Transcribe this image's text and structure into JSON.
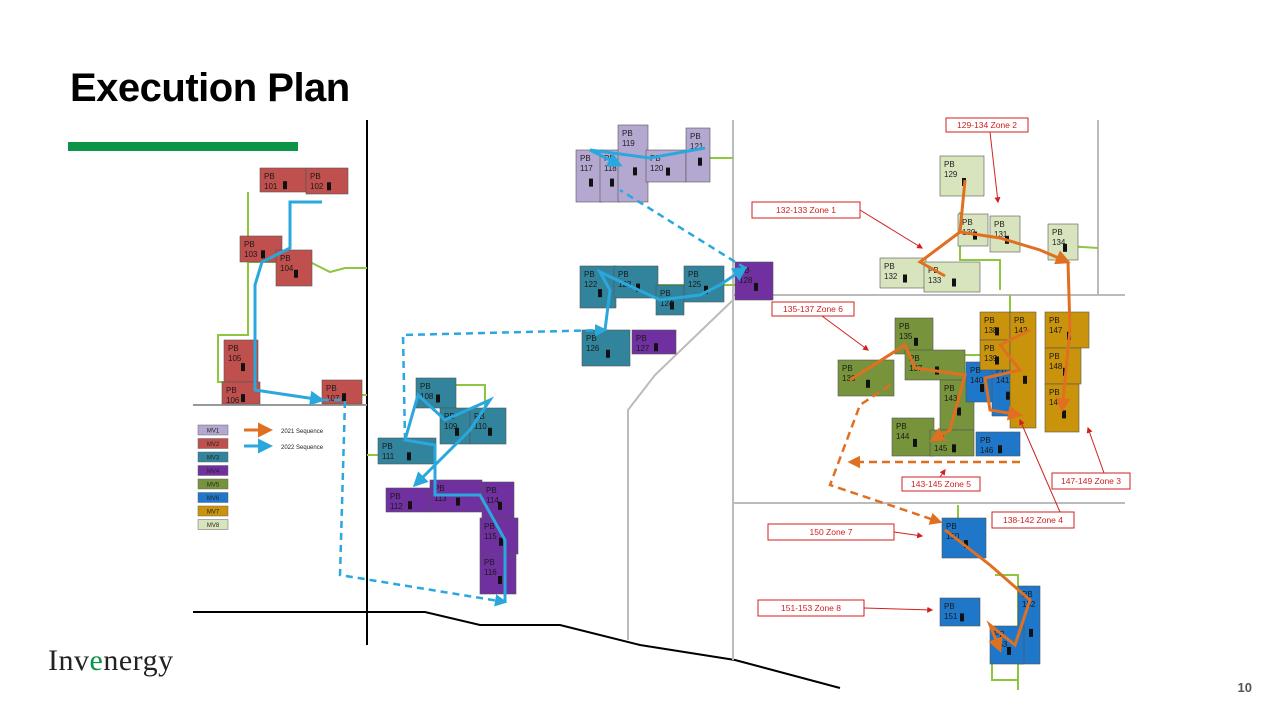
{
  "slide": {
    "title": "Execution Plan",
    "logo_pre": "Inv",
    "logo_e": "e",
    "logo_post": "nergy",
    "page_number": "10",
    "accent_color": "#0a9447"
  },
  "legend": {
    "mv_items": [
      {
        "label": "MV1",
        "color": "#b4a7d0"
      },
      {
        "label": "MV2",
        "color": "#c0504d"
      },
      {
        "label": "MV3",
        "color": "#31849b"
      },
      {
        "label": "MV4",
        "color": "#7030a0"
      },
      {
        "label": "MV5",
        "color": "#77933c"
      },
      {
        "label": "MV6",
        "color": "#1f77c9"
      },
      {
        "label": "MV7",
        "color": "#c9940c"
      },
      {
        "label": "MV8",
        "color": "#d7e4bd"
      }
    ],
    "sequences": [
      {
        "label": "2021 Sequence",
        "color": "#e07020"
      },
      {
        "label": "2022 Sequence",
        "color": "#2aa8de"
      }
    ]
  },
  "zones": [
    {
      "label": "129-134 Zone 2"
    },
    {
      "label": "132-133 Zone 1"
    },
    {
      "label": "135-137 Zone 6"
    },
    {
      "label": "143-145 Zone 5"
    },
    {
      "label": "147-149 Zone 3"
    },
    {
      "label": "138-142 Zone 4"
    },
    {
      "label": "150 Zone 7"
    },
    {
      "label": "151-153 Zone 8"
    }
  ],
  "blocks": [
    {
      "pb": "PB",
      "num": "101",
      "mv": 1
    },
    {
      "pb": "PB",
      "num": "102",
      "mv": 1
    },
    {
      "pb": "PB",
      "num": "103",
      "mv": 1
    },
    {
      "pb": "PB",
      "num": "104",
      "mv": 1
    },
    {
      "pb": "PB",
      "num": "105",
      "mv": 1
    },
    {
      "pb": "PB",
      "num": "106",
      "mv": 1
    },
    {
      "pb": "PB",
      "num": "107",
      "mv": 1
    },
    {
      "pb": "PB",
      "num": "117",
      "mv": 0
    },
    {
      "pb": "PB",
      "num": "118",
      "mv": 0
    },
    {
      "pb": "PB",
      "num": "119",
      "mv": 0
    },
    {
      "pb": "PB",
      "num": "120",
      "mv": 0
    },
    {
      "pb": "PB",
      "num": "121",
      "mv": 0
    },
    {
      "pb": "PB",
      "num": "122",
      "mv": 2
    },
    {
      "pb": "PB",
      "num": "123",
      "mv": 2
    },
    {
      "pb": "PB",
      "num": "124",
      "mv": 2
    },
    {
      "pb": "PB",
      "num": "125",
      "mv": 2
    },
    {
      "pb": "PB",
      "num": "126",
      "mv": 2
    },
    {
      "pb": "PB",
      "num": "127",
      "mv": 3
    },
    {
      "pb": "PB",
      "num": "128",
      "mv": 3
    },
    {
      "pb": "PB",
      "num": "108",
      "mv": 2
    },
    {
      "pb": "PB",
      "num": "109",
      "mv": 2
    },
    {
      "pb": "PB",
      "num": "110",
      "mv": 2
    },
    {
      "pb": "PB",
      "num": "111",
      "mv": 2
    },
    {
      "pb": "PB",
      "num": "112",
      "mv": 3
    },
    {
      "pb": "PB",
      "num": "113",
      "mv": 3
    },
    {
      "pb": "PB",
      "num": "114",
      "mv": 3
    },
    {
      "pb": "PB",
      "num": "115",
      "mv": 3
    },
    {
      "pb": "PB",
      "num": "116",
      "mv": 3
    },
    {
      "pb": "PB",
      "num": "129",
      "mv": 7
    },
    {
      "pb": "PB",
      "num": "130",
      "mv": 7
    },
    {
      "pb": "PB",
      "num": "131",
      "mv": 7
    },
    {
      "pb": "PB",
      "num": "132",
      "mv": 7
    },
    {
      "pb": "PB",
      "num": "133",
      "mv": 7
    },
    {
      "pb": "PB",
      "num": "134",
      "mv": 7
    },
    {
      "pb": "PB",
      "num": "135",
      "mv": 4
    },
    {
      "pb": "PB",
      "num": "136",
      "mv": 4
    },
    {
      "pb": "PB",
      "num": "137",
      "mv": 4
    },
    {
      "pb": "PB",
      "num": "143",
      "mv": 4
    },
    {
      "pb": "PB",
      "num": "144",
      "mv": 4
    },
    {
      "pb": "PB",
      "num": "145",
      "mv": 4
    },
    {
      "pb": "PB",
      "num": "140",
      "mv": 5
    },
    {
      "pb": "PB",
      "num": "141",
      "mv": 5
    },
    {
      "pb": "PB",
      "num": "146",
      "mv": 5
    },
    {
      "pb": "PB",
      "num": "138",
      "mv": 6
    },
    {
      "pb": "PB",
      "num": "139",
      "mv": 6
    },
    {
      "pb": "PB",
      "num": "142",
      "mv": 6
    },
    {
      "pb": "PB",
      "num": "147",
      "mv": 6
    },
    {
      "pb": "PB",
      "num": "148",
      "mv": 6
    },
    {
      "pb": "PB",
      "num": "149",
      "mv": 6
    },
    {
      "pb": "PB",
      "num": "150",
      "mv": 5
    },
    {
      "pb": "PB",
      "num": "151",
      "mv": 5
    },
    {
      "pb": "PB",
      "num": "152",
      "mv": 5
    },
    {
      "pb": "PB",
      "num": "153",
      "mv": 5
    }
  ]
}
